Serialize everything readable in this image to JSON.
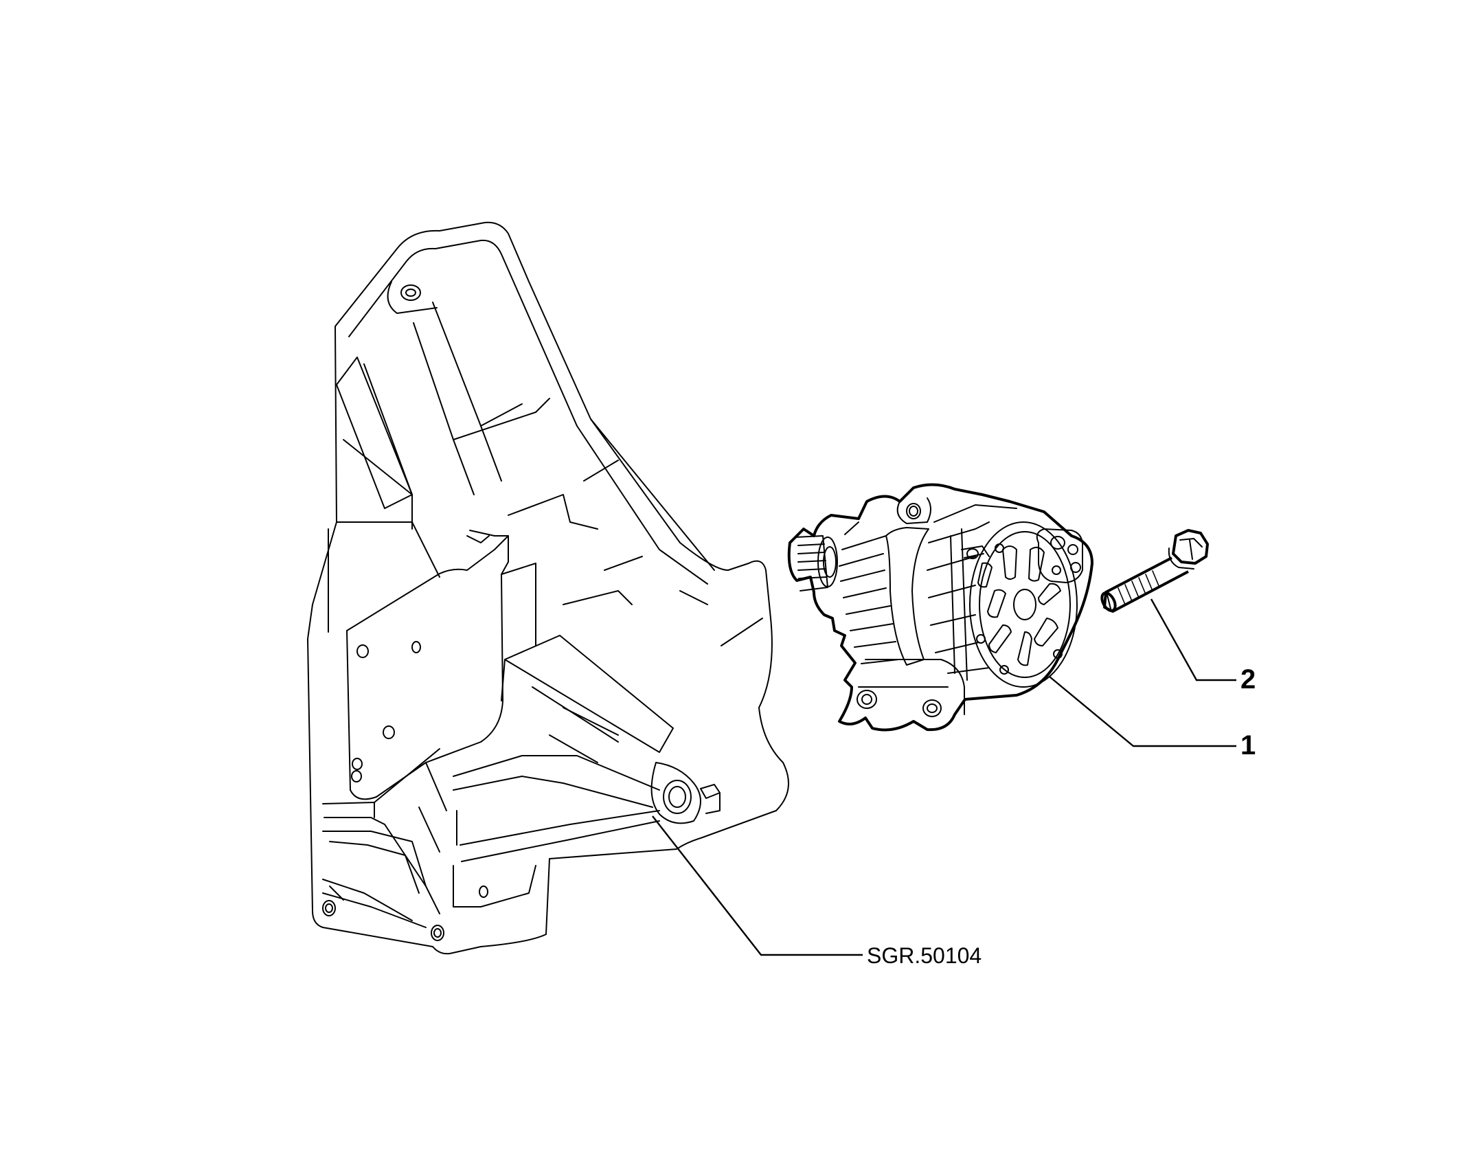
{
  "callouts": {
    "part_1": "1",
    "part_2": "2",
    "bracket_ref": "SGR.50104"
  }
}
